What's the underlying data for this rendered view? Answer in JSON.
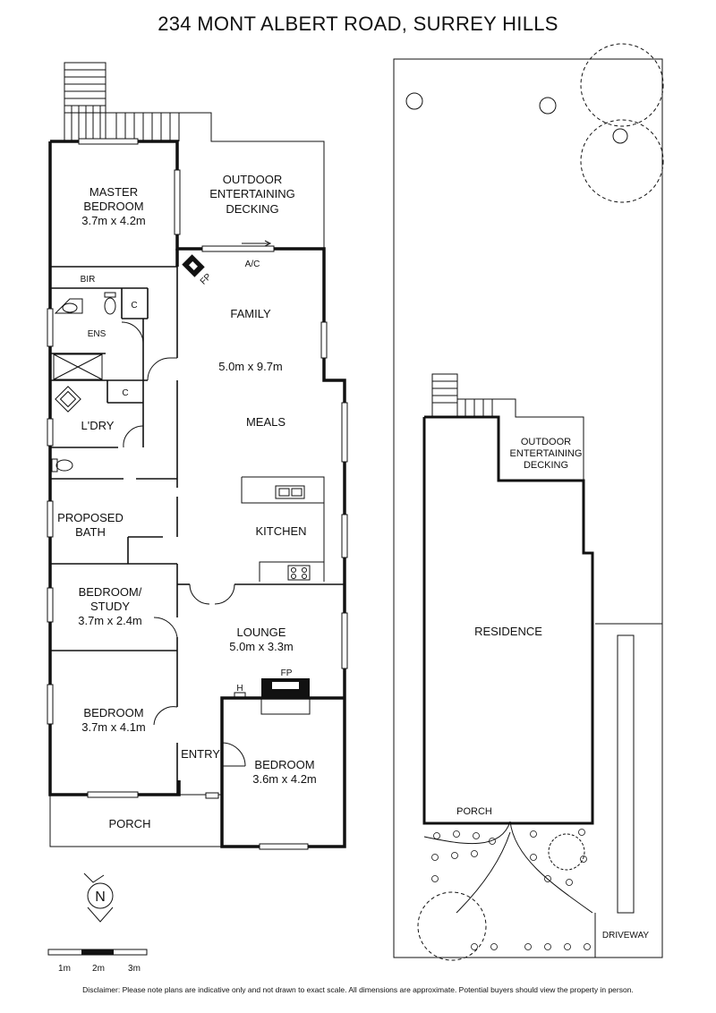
{
  "title": "234 MONT ALBERT ROAD, SURREY HILLS",
  "rooms": {
    "master_bedroom": {
      "name": "MASTER BEDROOM",
      "line1": "MASTER",
      "line2": "BEDROOM",
      "size": "3.7m x 4.2m"
    },
    "outdoor": {
      "line1": "OUTDOOR",
      "line2": "ENTERTAINING",
      "line3": "DECKING"
    },
    "bir": "BIR",
    "c1": "C",
    "c2": "C",
    "ens": "ENS",
    "fp_top": "FP",
    "ac": "A/C",
    "family": "FAMILY",
    "family_size": "5.0m x 9.7m",
    "meals": "MEALS",
    "ldry": "L'DRY",
    "proposed_bath": {
      "line1": "PROPOSED",
      "line2": "BATH"
    },
    "kitchen": "KITCHEN",
    "bedroom_study": {
      "line1": "BEDROOM/",
      "line2": "STUDY",
      "size": "3.7m x 2.4m"
    },
    "lounge": {
      "name": "LOUNGE",
      "size": "5.0m x 3.3m"
    },
    "fp_lounge": "FP",
    "h": "H",
    "bedroom2": {
      "name": "BEDROOM",
      "size": "3.7m x 4.1m"
    },
    "entry": "ENTRY",
    "bedroom3": {
      "name": "BEDROOM",
      "size": "3.6m x 4.2m"
    },
    "porch": "PORCH"
  },
  "site": {
    "outdoor": {
      "line1": "OUTDOOR",
      "line2": "ENTERTAINING",
      "line3": "DECKING"
    },
    "residence": "RESIDENCE",
    "porch": "PORCH",
    "driveway": "DRIVEWAY"
  },
  "compass": "N",
  "scale": {
    "labels": [
      "1m",
      "2m",
      "3m"
    ]
  },
  "disclaimer": "Disclaimer: Please note plans are indicative only and not drawn to exact scale. All dimensions are approximate. Potential buyers should view the property in person."
}
